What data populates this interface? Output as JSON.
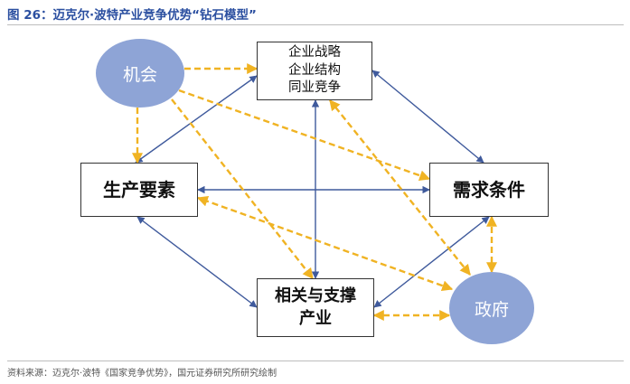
{
  "figure": {
    "title": "图 26：迈克尔·波特产业竞争优势“钻石模型”",
    "source": "资料来源：迈克尔·波特《国家竞争优势》，国元证券研究所研究绘制"
  },
  "nodes": {
    "chance": "机会",
    "government": "政府",
    "strategy": [
      "企业战略",
      "企业结构",
      "同业竞争"
    ],
    "factor_conditions": "生产要素",
    "demand_conditions": "需求条件",
    "related_industries": [
      "相关与支撑",
      "产业"
    ]
  },
  "colors": {
    "ellipse_fill": "#8ea4d6",
    "solid_arrow": "#3f5a9c",
    "dashed_arrow": "#f0b323",
    "title_text": "#2b4fa0"
  }
}
